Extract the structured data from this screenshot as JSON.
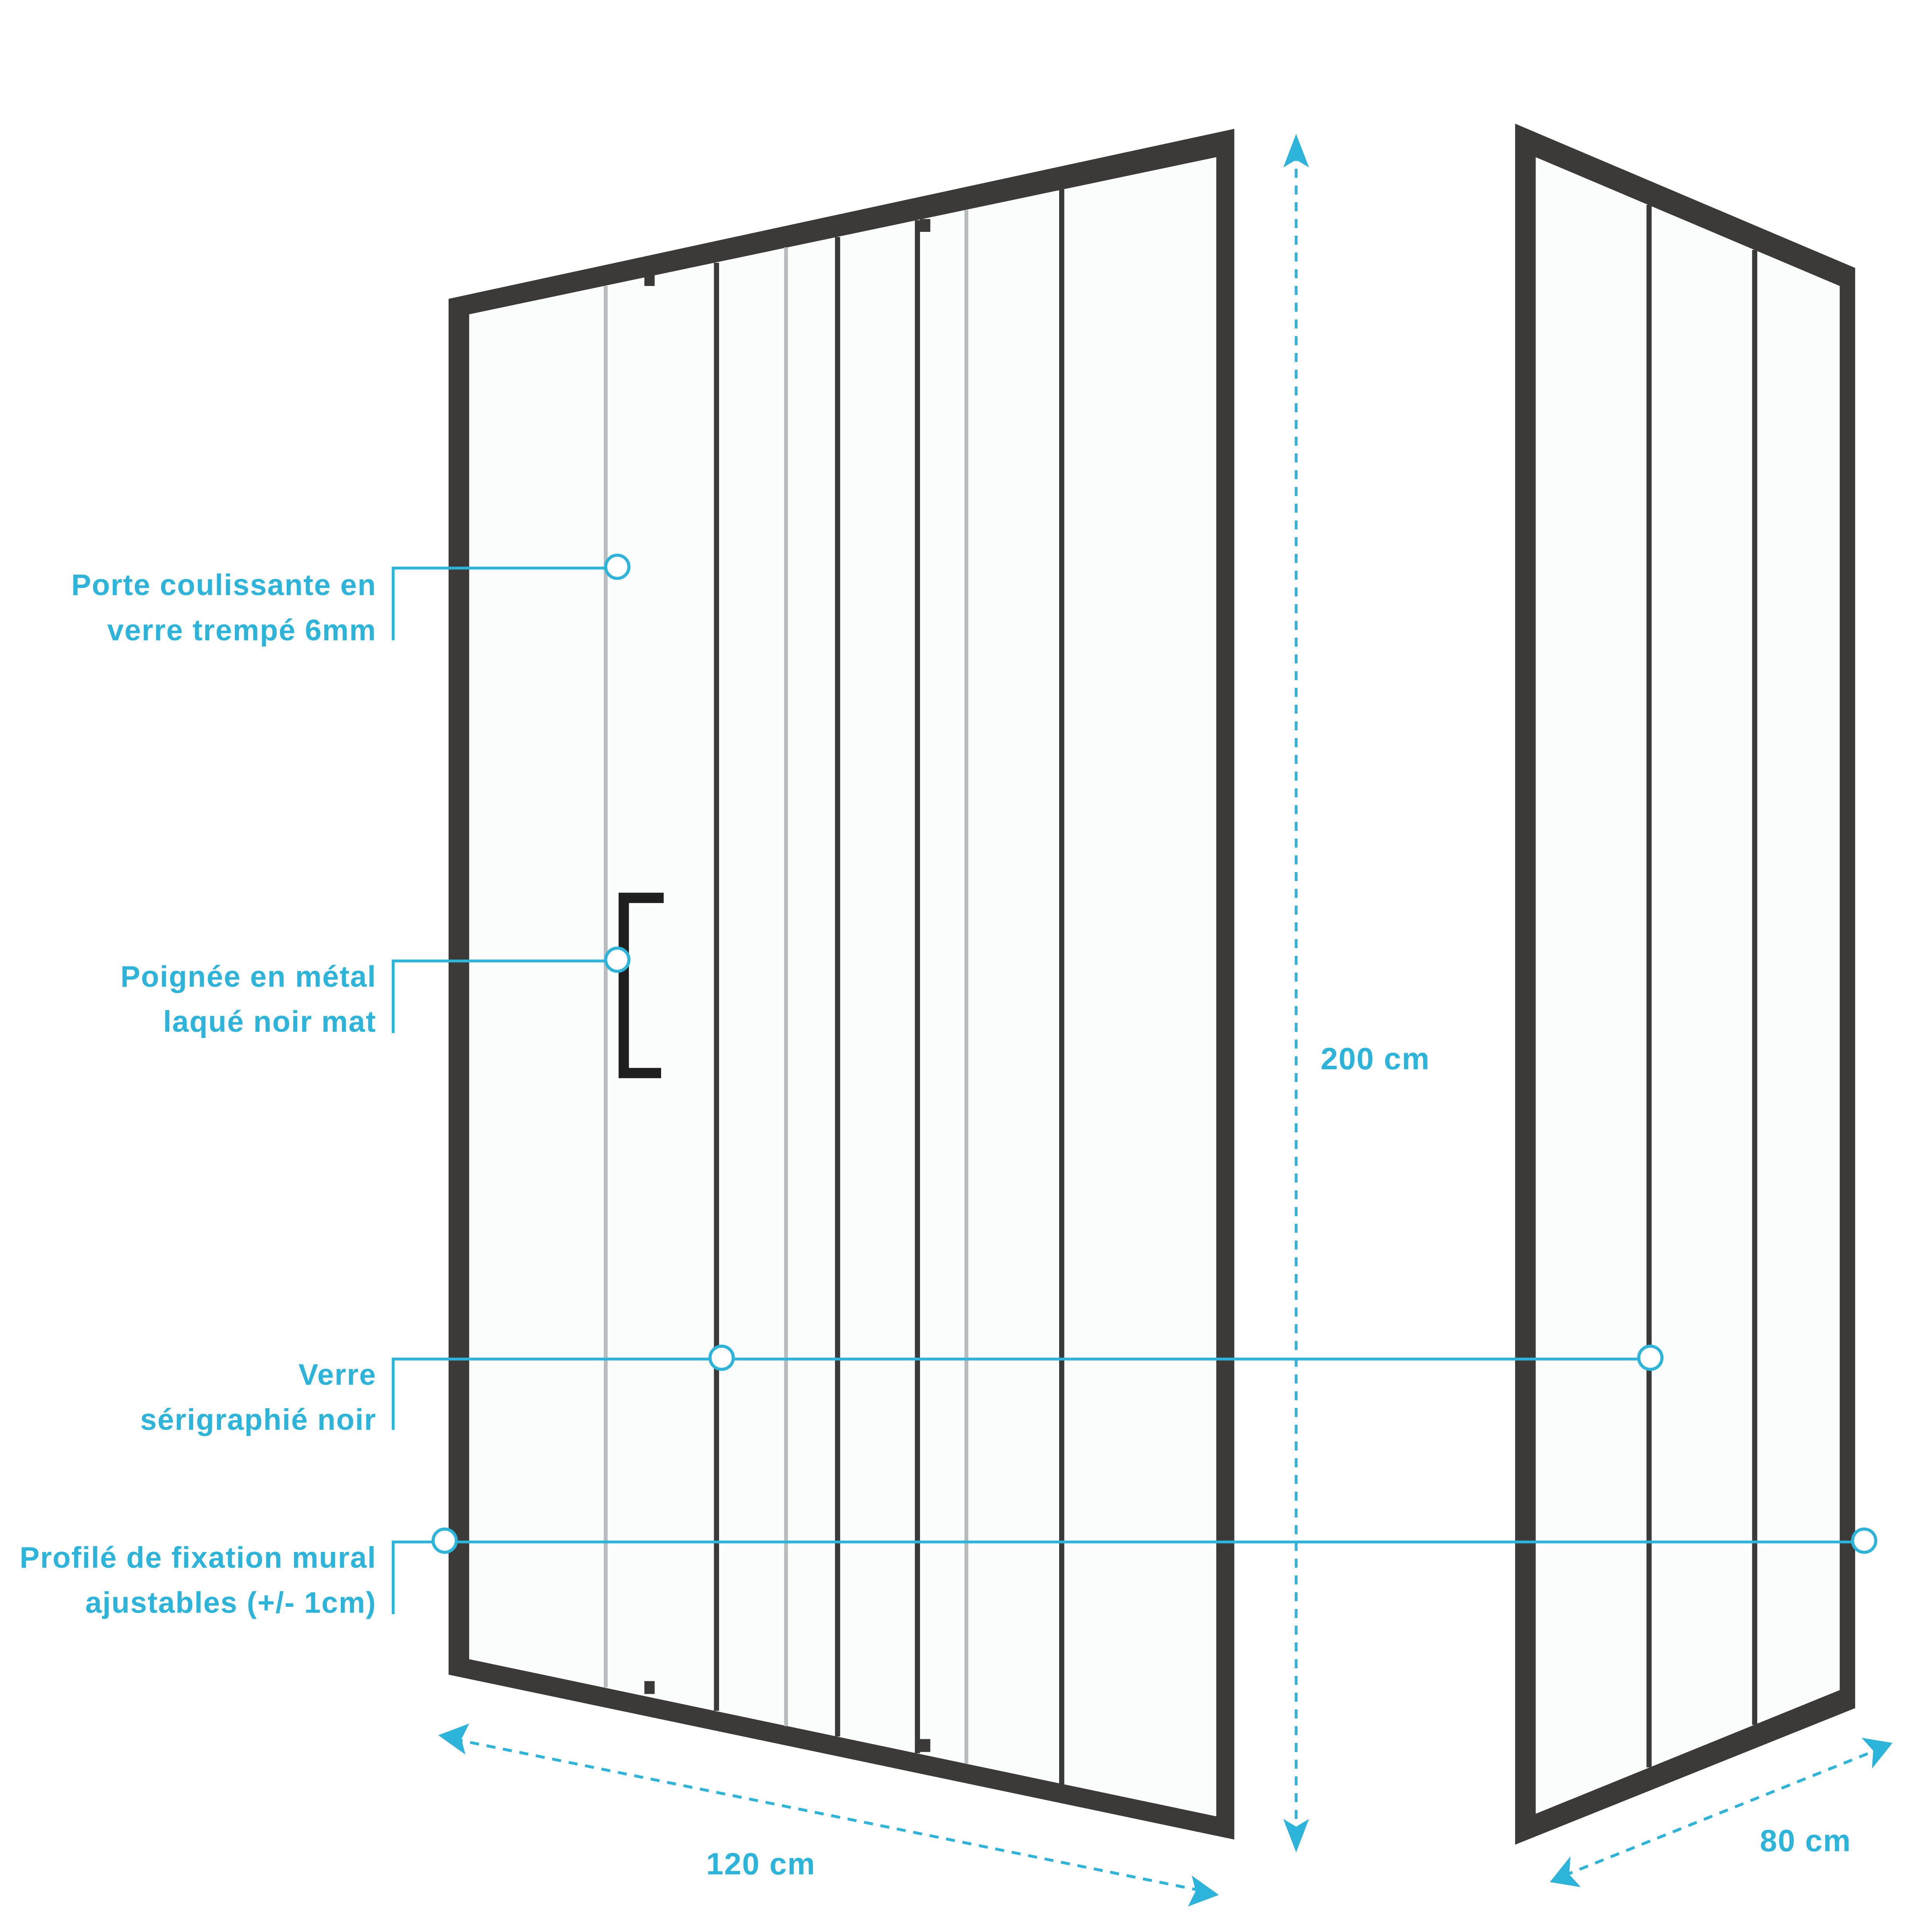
{
  "callouts": [
    {
      "line1": "Porte coulissante en",
      "line2": "verre trempé 6mm"
    },
    {
      "line1": "Poignée en métal",
      "line2": "laqué noir mat"
    },
    {
      "line1": "Verre",
      "line2": "sérigraphié noir"
    },
    {
      "line1": "Profilé de fixation mural",
      "line2": "ajustables (+/- 1cm)"
    }
  ],
  "dimensions": {
    "height": "200 cm",
    "front_width": "120 cm",
    "side_width": "80 cm"
  },
  "colors": {
    "accent": "#2db4da",
    "frame": "#3b3a39"
  }
}
